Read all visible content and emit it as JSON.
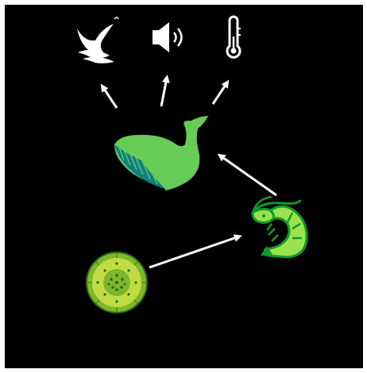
{
  "diagram": {
    "background": "#000000",
    "arrow_color": "#ffffff",
    "nodes": [
      {
        "id": "tail",
        "icon": "whale-tail-icon",
        "color": "#ffffff"
      },
      {
        "id": "sound",
        "icon": "speaker-icon",
        "color": "#ffffff"
      },
      {
        "id": "temperature",
        "icon": "thermometer-icon",
        "color": "#ffffff"
      },
      {
        "id": "whale",
        "icon": "whale-icon",
        "colors": {
          "body": "#66cc55",
          "belly": "#0f7f86"
        }
      },
      {
        "id": "shrimp",
        "icon": "shrimp-icon",
        "colors": {
          "body": "#9be24f",
          "outline": "#0f9a2a"
        }
      },
      {
        "id": "plankton",
        "icon": "phytoplankton-icon",
        "colors": {
          "outer": "#7fb72a",
          "inner": "#c2db45",
          "dots": "#1f6e1c"
        }
      }
    ],
    "edges": [
      {
        "from": "plankton",
        "to": "shrimp"
      },
      {
        "from": "shrimp",
        "to": "whale"
      },
      {
        "from": "whale",
        "to": "tail"
      },
      {
        "from": "whale",
        "to": "sound"
      },
      {
        "from": "whale",
        "to": "temperature"
      }
    ]
  }
}
